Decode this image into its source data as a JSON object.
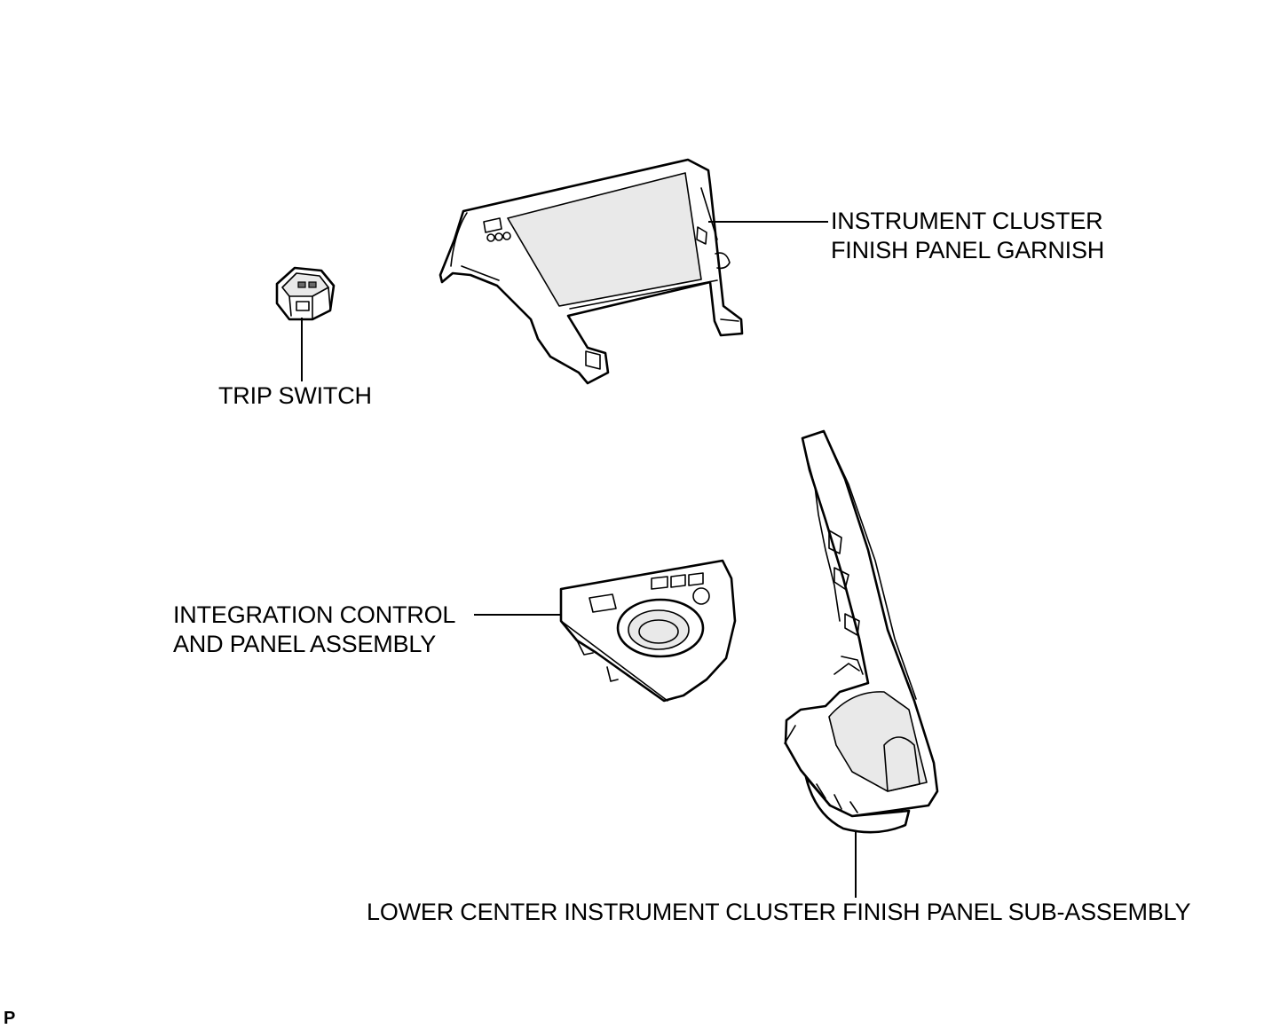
{
  "labels": {
    "instrument_cluster": [
      "INSTRUMENT CLUSTER",
      "FINISH PANEL GARNISH"
    ],
    "trip_switch": [
      "TRIP SWITCH"
    ],
    "integration_control": [
      "INTEGRATION CONTROL",
      "AND PANEL ASSEMBLY"
    ],
    "lower_center": [
      "LOWER CENTER INSTRUMENT CLUSTER FINISH PANEL SUB-ASSEMBLY"
    ],
    "corner": "P"
  },
  "colors": {
    "line": "#000000",
    "background": "#ffffff",
    "shade": "#e9e9e9"
  }
}
